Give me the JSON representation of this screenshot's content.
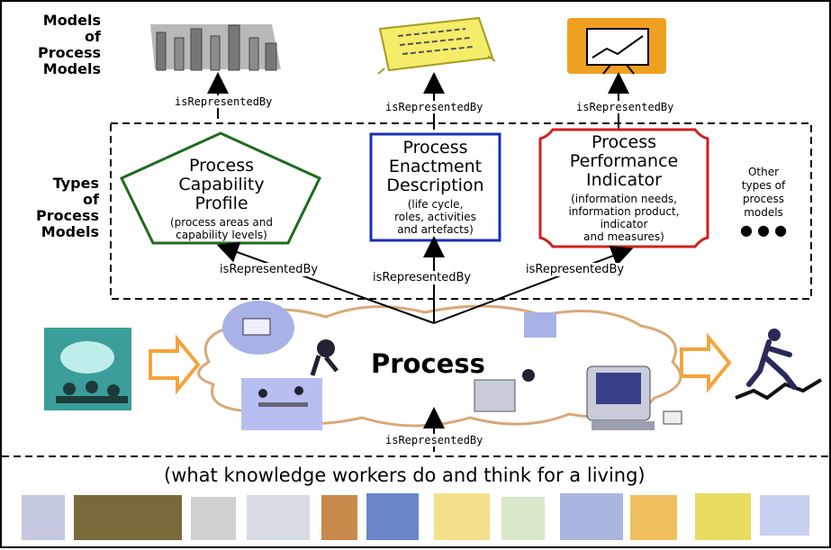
{
  "side_labels": {
    "models_of_process_models": "Models\nof\nProcess\nModels",
    "types_of_process_models": "Types\nof\nProcess\nModels"
  },
  "relation_label": "isRepresentedBy",
  "nodes": {
    "capability_profile": {
      "title": "Process\nCapability\nProfile",
      "subtitle": "(process areas and\ncapability levels)",
      "color": "#1f6b1f"
    },
    "enactment_description": {
      "title": "Process\nEnactment\nDescription",
      "subtitle": "(life cycle,\nroles, activities\nand artefacts)",
      "color": "#1a2fb5"
    },
    "performance_indicator": {
      "title": "Process\nPerformance\nIndicator",
      "subtitle": "(information needs,\ninformation product,\nindicator\nand measures)",
      "color": "#d21f1f"
    }
  },
  "other_types": "Other\ntypes of\nprocess\nmodels",
  "ellipsis": "● ● ●",
  "process_label": "Process",
  "caption": "(what knowledge workers do and think for a living)",
  "colors": {
    "arrow_fill": "#f6a33b",
    "cloud_stroke": "#d9a878",
    "chart_gray": "#8c8c8c",
    "note_yellow": "#f5ec6a",
    "board_orange": "#f0a020"
  },
  "icons": [
    "bar-chart-clipart-icon",
    "document-clipart-icon",
    "presentation-board-clipart-icon",
    "meeting-clipart-icon",
    "worker-clipart-icon",
    "running-man-clipart-icon",
    "computer-user-clipart-icon",
    "team-clipart-icon",
    "celebration-clipart-icon"
  ]
}
